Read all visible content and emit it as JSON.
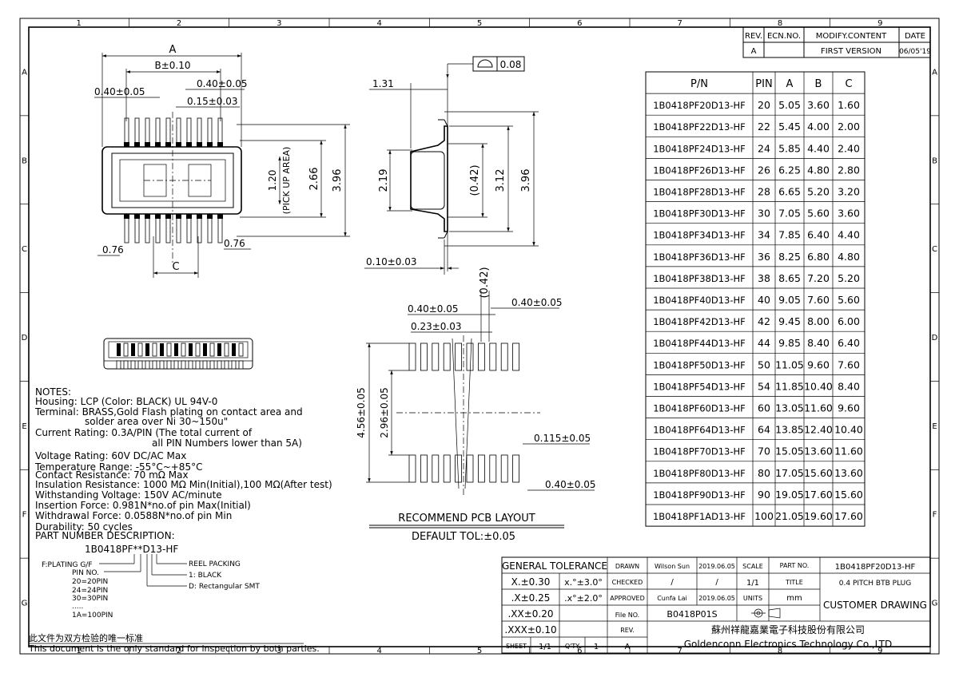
{
  "border": {
    "cols": [
      "1",
      "2",
      "3",
      "4",
      "5",
      "6",
      "7",
      "8",
      "9"
    ],
    "rows": [
      "A",
      "B",
      "C",
      "D",
      "E",
      "F",
      "G"
    ]
  },
  "revision": {
    "headers": [
      "REV.",
      "ECN.NO.",
      "MODIFY.CONTENT",
      "DATE"
    ],
    "rows": [
      [
        "A",
        "",
        "FIRST VERSION",
        "06/05'19"
      ]
    ]
  },
  "pn_table": {
    "headers": [
      "P/N",
      "PIN",
      "A",
      "B",
      "C"
    ],
    "rows": [
      [
        "1B0418PF20D13-HF",
        "20",
        "5.05",
        "3.60",
        "1.60"
      ],
      [
        "1B0418PF22D13-HF",
        "22",
        "5.45",
        "4.00",
        "2.00"
      ],
      [
        "1B0418PF24D13-HF",
        "24",
        "5.85",
        "4.40",
        "2.40"
      ],
      [
        "1B0418PF26D13-HF",
        "26",
        "6.25",
        "4.80",
        "2.80"
      ],
      [
        "1B0418PF28D13-HF",
        "28",
        "6.65",
        "5.20",
        "3.20"
      ],
      [
        "1B0418PF30D13-HF",
        "30",
        "7.05",
        "5.60",
        "3.60"
      ],
      [
        "1B0418PF34D13-HF",
        "34",
        "7.85",
        "6.40",
        "4.40"
      ],
      [
        "1B0418PF36D13-HF",
        "36",
        "8.25",
        "6.80",
        "4.80"
      ],
      [
        "1B0418PF38D13-HF",
        "38",
        "8.65",
        "7.20",
        "5.20"
      ],
      [
        "1B0418PF40D13-HF",
        "40",
        "9.05",
        "7.60",
        "5.60"
      ],
      [
        "1B0418PF42D13-HF",
        "42",
        "9.45",
        "8.00",
        "6.00"
      ],
      [
        "1B0418PF44D13-HF",
        "44",
        "9.85",
        "8.40",
        "6.40"
      ],
      [
        "1B0418PF50D13-HF",
        "50",
        "11.05",
        "9.60",
        "7.60"
      ],
      [
        "1B0418PF54D13-HF",
        "54",
        "11.85",
        "10.40",
        "8.40"
      ],
      [
        "1B0418PF60D13-HF",
        "60",
        "13.05",
        "11.60",
        "9.60"
      ],
      [
        "1B0418PF64D13-HF",
        "64",
        "13.85",
        "12.40",
        "10.40"
      ],
      [
        "1B0418PF70D13-HF",
        "70",
        "15.05",
        "13.60",
        "11.60"
      ],
      [
        "1B0418PF80D13-HF",
        "80",
        "17.05",
        "15.60",
        "13.60"
      ],
      [
        "1B0418PF90D13-HF",
        "90",
        "19.05",
        "17.60",
        "15.60"
      ],
      [
        "1B0418PF1AD13-HF",
        "100",
        "21.05",
        "19.60",
        "17.60"
      ]
    ]
  },
  "top_view": {
    "dim_A": "A",
    "dim_B": "B±0.10",
    "dim_040_left": "0.40±0.05",
    "dim_040_right": "0.40±0.05",
    "dim_015": "0.15±0.03",
    "dim_120": "1.20",
    "pick_up": "(PICK UP AREA)",
    "dim_266": "2.66",
    "dim_396": "3.96",
    "dim_076_left": "0.76",
    "dim_076_right": "0.76",
    "dim_C": "C"
  },
  "side_view": {
    "flatness": "0.08",
    "dim_131": "1.31",
    "dim_219": "2.19",
    "dim_042": "(0.42)",
    "dim_312": "3.12",
    "dim_396": "3.96",
    "dim_010": "0.10±0.03"
  },
  "pcb_layout": {
    "dim_042": "(0.42)",
    "dim_040_a": "0.40±0.05",
    "dim_040_b": "0.40±0.05",
    "dim_023": "0.23±0.03",
    "dim_456": "4.56±0.05",
    "dim_296": "2.96±0.05",
    "dim_0115": "0.115±0.05",
    "dim_040_c": "0.40±0.05",
    "title": "RECOMMEND PCB LAYOUT",
    "subtitle": "DEFAULT TOL:±0.05"
  },
  "notes": {
    "heading": "NOTES:",
    "lines": [
      "Housing: LCP (Color: BLACK) UL 94V-0",
      "Terminal: BRASS,Gold Flash plating on contact area and",
      "solder area over Ni 30~150u\"",
      "Current Rating:       0.3A/PIN (The total current of",
      "all PIN Numbers lower than 5A)",
      "Voltage Rating:       60V DC/AC Max",
      "Temperature Range: -55°C~+85°C",
      "Contact Resistance: 70 mΩ Max",
      "Insulation Resistance:   1000 MΩ Min(Initial),100 MΩ(After test)",
      "Withstanding Voltage:   150V AC/minute",
      "Insertion Force: 0.981N*no.of pin Max(Initial)",
      "Withdrawal Force: 0.0588N*no.of pin Min",
      "Durability:  50 cycles",
      "PART NUMBER DESCRIPTION:"
    ],
    "pn_code": "1B0418PF**D13-HF",
    "plating": "F:PLATING G/F",
    "pin_no": [
      "PIN NO.",
      "20=20PIN",
      "24=24PIN",
      "30=30PIN",
      ".....",
      "1A=100PIN"
    ],
    "reel": "REEL PACKING",
    "black": "1: BLACK",
    "smt": "D: Rectangular SMT",
    "standard_cn": "此文件为双方检验的唯一标准",
    "standard_en": "This document is the only standard for inspection by both parties."
  },
  "title_block": {
    "general_tolerance": "GENERAL TOLERANCE",
    "tol_x": "X.±0.30",
    "tol_ang1": "x.°±3.0°",
    "tol_xx": ".X±0.25",
    "tol_ang2": ".x°±2.0°",
    "tol_xxx": ".XX±0.20",
    "tol_xxxx": ".XXX±0.10",
    "drawn": "DRAWN",
    "drawn_by": "Wilson Sun",
    "drawn_date": "2019.06.05",
    "scale": "SCALE",
    "part_no_label": "PART NO.",
    "part_no": "1B0418PF20D13-HF",
    "checked": "CHECKED",
    "checked_by": "/",
    "checked_date": "/",
    "scale_val": "1/1",
    "title_label": "TITLE",
    "title": "0.4 PITCH BTB PLUG",
    "approved": "APPROVED",
    "approved_by": "Cunfa Lai",
    "approved_date": "2019.06.05",
    "units": "UNITS",
    "units_val": "mm",
    "customer": "CUSTOMER DRAWING",
    "file_no_label": "File NO.",
    "file_no": "B0418P01S",
    "rev_label": "REV.",
    "rev_val": "A",
    "company_cn": "蘇州祥龍嘉業電子科技股份有限公司",
    "company_en": "Goldenconn Electronics Technology Co.,LTD",
    "sheet_label": "SHEET",
    "sheet_val": "1/1",
    "qty_label": "Q'TY",
    "qty_val": "1"
  }
}
